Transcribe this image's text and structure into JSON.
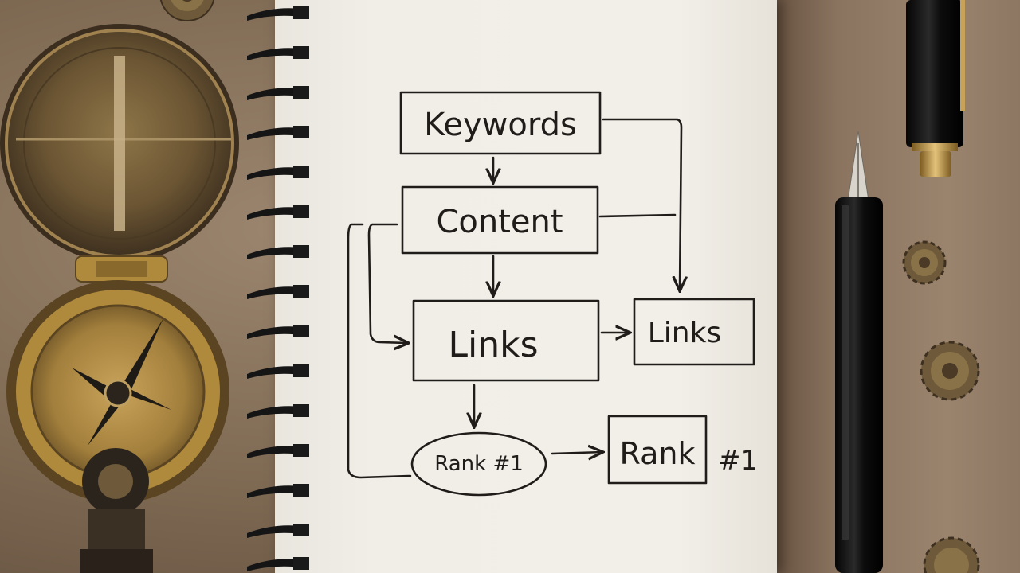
{
  "flowchart": {
    "node_keywords": "Keywords",
    "node_content": "Content",
    "node_links_main": "Links",
    "node_links_side": "Links",
    "node_rank_oval": "Rank #1",
    "node_rank_box": "Rank",
    "rank_number": "#1"
  },
  "colors": {
    "ink": "#1f1c19",
    "paper": "#f1eee8",
    "desk": "#8a7560",
    "brass": "#b08a3c"
  },
  "icons": [
    "compass-icon",
    "fountain-pen-icon",
    "pen-cap-icon",
    "gear-icon"
  ]
}
